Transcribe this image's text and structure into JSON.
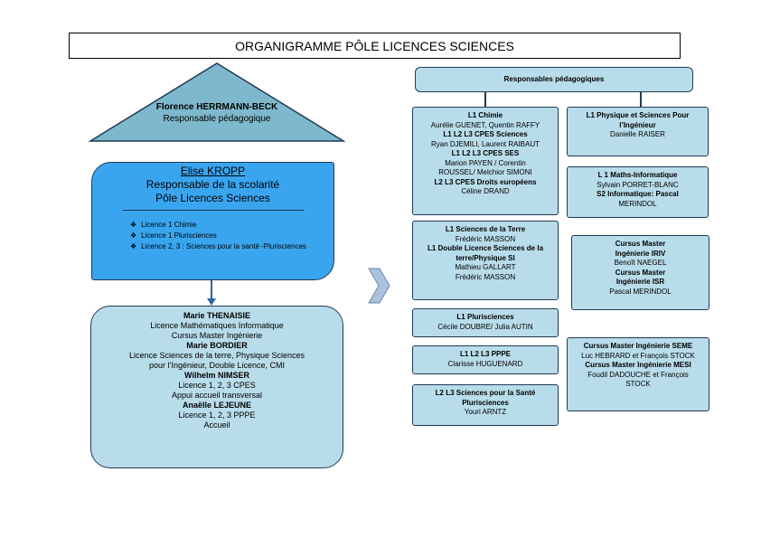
{
  "title": "ORGANIGRAMME PÔLE LICENCES SCIENCES",
  "head": {
    "name": "Florence HERRMANN-BECK",
    "role": "Responsable  pédagogique"
  },
  "scolarite": {
    "name": "Elise KROPP",
    "role_line1": "Responsable de la scolarité",
    "role_line2": "Pôle Licences Sciences",
    "items": [
      "Licence 1 Chimie",
      "Licence 1 Plurisciences",
      "Licence  2, 3 : Sciences  pour la santé -Plurisciences"
    ]
  },
  "staff": [
    {
      "name": "Marie THENAISIE",
      "lines": [
        "Licence Mathématiques Informatique",
        "Cursus Master Ingénierie"
      ]
    },
    {
      "name": "Marie BORDIER",
      "lines": [
        "Licence Sciences de la terre, Physique Sciences",
        "pour l’Ingénieur, Double Licence, CMI"
      ]
    },
    {
      "name": "Wilhelm  NIMSER",
      "lines": [
        "Licence 1, 2, 3 CPES",
        "Appui accueil transversal"
      ]
    },
    {
      "name": "Anaëlle LEJEUNE",
      "lines": [
        "Licence 1, 2, 3 PPPE",
        "Accueil"
      ]
    }
  ],
  "resp_header": "Responsables pédagogiques",
  "left_boxes": [
    {
      "lines": [
        {
          "t": "L1 Chimie",
          "b": true
        },
        {
          "t": "Aurélie GUENET, Quentin RAFFY",
          "b": false
        },
        {
          "t": "L1 L2 L3 CPES Sciences",
          "b": true
        },
        {
          "t": "Ryan DJEMILI, Laurent RAIBAUT",
          "b": false
        },
        {
          "t": "L1 L2 L3 CPES SES",
          "b": true
        },
        {
          "t": "Marion PAYEN / Corentin",
          "b": false
        },
        {
          "t": "ROUSSEL/ Melchior SIMONI",
          "b": false
        },
        {
          "t": "L2 L3 CPES Droits européens",
          "b": true
        },
        {
          "t": "Céline DRAND",
          "b": false
        }
      ]
    },
    {
      "lines": [
        {
          "t": "L1 Sciences de la Terre",
          "b": true
        },
        {
          "t": "Frédéric MASSON",
          "b": false
        },
        {
          "t": "L1 Double Licence Sciences de la",
          "b": true
        },
        {
          "t": "terre/Physique SI",
          "b": true
        },
        {
          "t": "Mathieu GALLART",
          "b": false
        },
        {
          "t": "Frédéric MASSON",
          "b": false
        }
      ]
    },
    {
      "lines": [
        {
          "t": "L1 Plurisciences",
          "b": true
        },
        {
          "t": "Cécile DOUBRE/ Julia AUTIN",
          "b": false
        }
      ]
    },
    {
      "lines": [
        {
          "t": "L1  L2 L3 PPPE",
          "b": true
        },
        {
          "t": "Clarisse HUGUENARD",
          "b": false
        }
      ]
    },
    {
      "lines": [
        {
          "t": "L2 L3 Sciences pour la Santé",
          "b": true
        },
        {
          "t": "Plurisciences",
          "b": true
        },
        {
          "t": "Youri ARNTZ",
          "b": false
        }
      ]
    }
  ],
  "right_boxes": [
    {
      "lines": [
        {
          "t": "L1 Physique et Sciences Pour",
          "b": true
        },
        {
          "t": "l’Ingénieur",
          "b": true
        },
        {
          "t": "Danielle RAISER",
          "b": false
        }
      ]
    },
    {
      "lines": [
        {
          "t": "L 1  Maths-Informatique",
          "b": true
        },
        {
          "t": "Sylvain PORRET-BLANC",
          "b": false
        },
        {
          "t": "S2 Informatique: Pascal",
          "b": true
        },
        {
          "t": "MERINDOL",
          "b": false
        }
      ]
    },
    {
      "lines": [
        {
          "t": "Cursus Master",
          "b": true
        },
        {
          "t": "Ingénierie IRIV",
          "b": true
        },
        {
          "t": "Benoît NAEGEL",
          "b": false
        },
        {
          "t": "Cursus Master",
          "b": true
        },
        {
          "t": "Ingénierie ISR",
          "b": true
        },
        {
          "t": "Pascal MERINDOL",
          "b": false
        }
      ]
    },
    {
      "lines": [
        {
          "t": "Cursus Master Ingénierie SEME",
          "b": true
        },
        {
          "t": "Luc HEBRARD et François STOCK",
          "b": false
        },
        {
          "t": "Cursus Master Ingénierie MESI",
          "b": true
        },
        {
          "t": "Foudil DADOUCHE et François",
          "b": false
        },
        {
          "t": "STOCK",
          "b": false
        }
      ]
    }
  ],
  "colors": {
    "triangle": "#7eb8cc",
    "scolarite": "#3aa5ef",
    "box": "#b8dcea",
    "border": "#1f3a55",
    "arrow": "#2e63a6"
  }
}
